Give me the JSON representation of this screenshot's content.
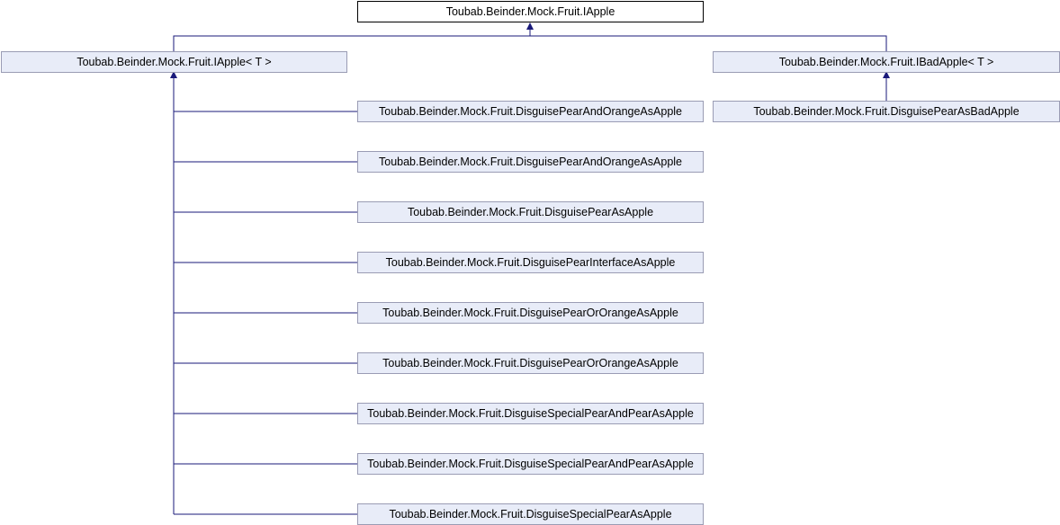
{
  "diagram": {
    "root": "Toubab.Beinder.Mock.Fruit.IApple",
    "interfaces": [
      "Toubab.Beinder.Mock.Fruit.IApple< T >",
      "Toubab.Beinder.Mock.Fruit.IBadApple< T >"
    ],
    "iapple_t_implementations": [
      "Toubab.Beinder.Mock.Fruit.DisguisePearAndOrangeAsApple",
      "Toubab.Beinder.Mock.Fruit.DisguisePearAndOrangeAsApple",
      "Toubab.Beinder.Mock.Fruit.DisguisePearAsApple",
      "Toubab.Beinder.Mock.Fruit.DisguisePearInterfaceAsApple",
      "Toubab.Beinder.Mock.Fruit.DisguisePearOrOrangeAsApple",
      "Toubab.Beinder.Mock.Fruit.DisguisePearOrOrangeAsApple",
      "Toubab.Beinder.Mock.Fruit.DisguiseSpecialPearAndPearAsApple",
      "Toubab.Beinder.Mock.Fruit.DisguiseSpecialPearAndPearAsApple",
      "Toubab.Beinder.Mock.Fruit.DisguiseSpecialPearAsApple"
    ],
    "ibadapple_t_implementations": [
      "Toubab.Beinder.Mock.Fruit.DisguisePearAsBadApple"
    ],
    "colors": {
      "node_fill": "#e8ecf8",
      "node_border": "#9a9cb4",
      "root_fill": "#ffffff",
      "root_border": "#000000",
      "edge": "#1a1a7a"
    }
  }
}
